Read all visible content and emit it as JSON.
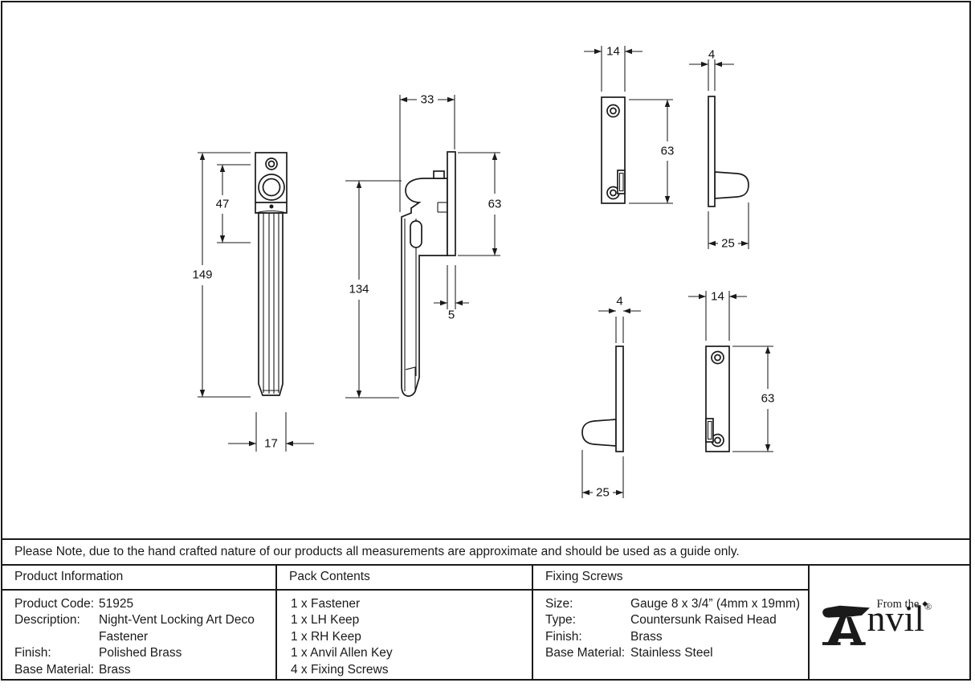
{
  "note": "Please Note, due to the hand crafted nature of our products all measurements are approximate and should be used as a guide only.",
  "table": {
    "product_information": {
      "header": "Product Information",
      "rows": [
        {
          "label": "Product Code:",
          "value": "51925"
        },
        {
          "label": "Description:",
          "value": "Night-Vent Locking Art Deco Fastener"
        },
        {
          "label": "Finish:",
          "value": "Polished Brass"
        },
        {
          "label": "Base Material:",
          "value": "Brass"
        }
      ]
    },
    "pack_contents": {
      "header": "Pack Contents",
      "items": [
        "1 x Fastener",
        "1 x LH Keep",
        "1 x RH Keep",
        "1 x Anvil Allen Key",
        "4 x Fixing Screws"
      ]
    },
    "fixing_screws": {
      "header": "Fixing Screws",
      "rows": [
        {
          "label": "Size:",
          "value": "Gauge 8 x 3/4” (4mm x 19mm)"
        },
        {
          "label": "Type:",
          "value": "Countersunk Raised Head"
        },
        {
          "label": "Finish:",
          "value": "Brass"
        },
        {
          "label": "Base Material:",
          "value": "Stainless Steel"
        }
      ]
    }
  },
  "logo": {
    "from_the": "From the",
    "diamond": "◆",
    "name_rest": "nvil",
    "registered": "®"
  },
  "diagram": {
    "dimensions": {
      "fastener_front_overall_height": "149",
      "fastener_front_plate_section": "47",
      "fastener_front_width": "17",
      "fastener_side_depth": "33",
      "fastener_side_plate_height": "63",
      "fastener_side_body_height": "134",
      "fastener_side_plate_thickness": "5",
      "keep_top_front_width": "14",
      "keep_top_front_height": "63",
      "keep_top_side_thickness": "4",
      "keep_top_side_depth": "25",
      "keep_bottom_side_thickness": "4",
      "keep_bottom_side_depth": "25",
      "keep_bottom_front_width": "14",
      "keep_bottom_front_height": "63"
    }
  },
  "colors": {
    "line": "#1a1a1a",
    "background": "#ffffff"
  }
}
